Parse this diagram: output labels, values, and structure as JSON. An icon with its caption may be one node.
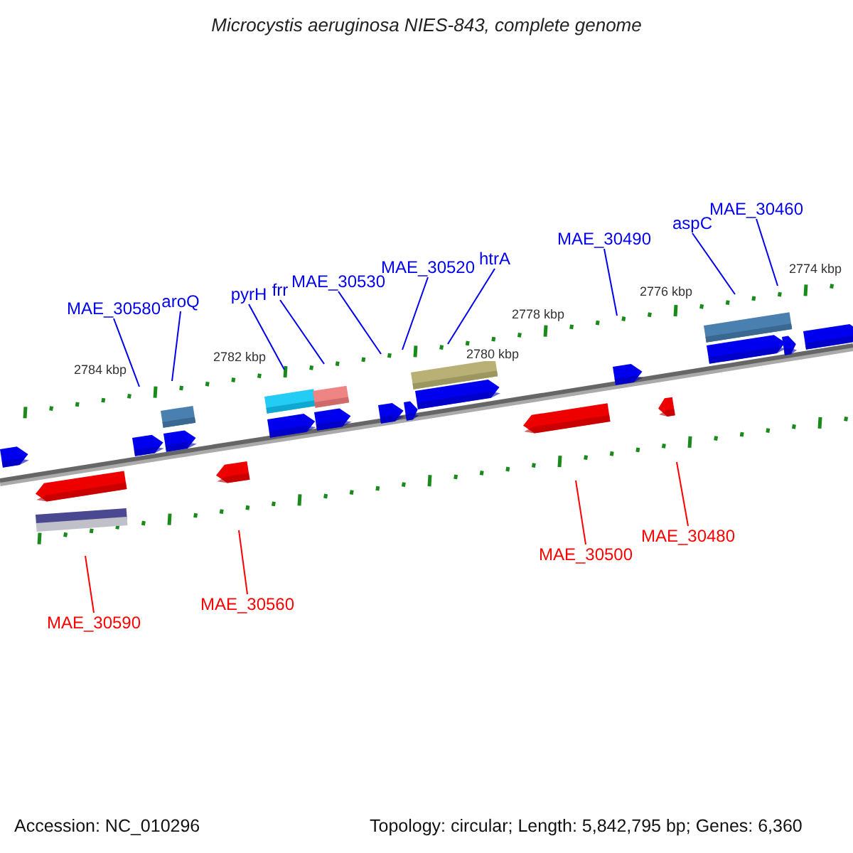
{
  "diagram": {
    "title": "Microcystis aeruginosa NIES-843, complete genome",
    "nodes": [
      {
        "text": [
          "MAE_30580"
        ]
      },
      {
        "text": [
          "aroQ"
        ]
      },
      {
        "text": [
          "pyrH"
        ]
      },
      {
        "text": [
          "frr"
        ]
      },
      {
        "text": [
          "MAE_30530"
        ]
      },
      {
        "text": [
          "MAE_30520"
        ]
      },
      {
        "text": [
          "htrA"
        ]
      },
      {
        "text": [
          "MAE_30490"
        ]
      },
      {
        "text": [
          "aspC"
        ]
      },
      {
        "text": [
          "MAE_30460"
        ]
      },
      {
        "text": [
          "MAE_30590"
        ]
      },
      {
        "text": [
          "MAE_30560"
        ]
      },
      {
        "text": [
          "MAE_30500"
        ]
      },
      {
        "text": [
          "MAE_30480"
        ]
      }
    ],
    "edges": [
      {
        "from": 0,
        "to": null,
        "arrow": "none"
      },
      {
        "from": 1,
        "to": null,
        "arrow": "none"
      },
      {
        "from": 2,
        "to": null,
        "arrow": "none"
      },
      {
        "from": 3,
        "to": null,
        "arrow": "none"
      },
      {
        "from": 4,
        "to": null,
        "arrow": "none"
      },
      {
        "from": 5,
        "to": null,
        "arrow": "none"
      },
      {
        "from": 6,
        "to": null,
        "arrow": "none"
      },
      {
        "from": 7,
        "to": null,
        "arrow": "none"
      },
      {
        "from": 8,
        "to": null,
        "arrow": "none"
      },
      {
        "from": 9,
        "to": null,
        "arrow": "none"
      },
      {
        "from": 10,
        "to": null,
        "arrow": "none",
        "color": "#ff0000"
      },
      {
        "from": 11,
        "to": null,
        "arrow": "none",
        "color": "#ff0000"
      },
      {
        "from": 12,
        "to": null,
        "arrow": "none",
        "color": "#ff0000"
      },
      {
        "from": 13,
        "to": null,
        "arrow": "none",
        "color": "#ff0000"
      }
    ],
    "labels": [
      "2774 kbp",
      "2776 kbp",
      "2778 kbp",
      "2780 kbp",
      "2782 kbp",
      "2784 kbp",
      "Accession: NC_010296",
      "Topology: circular; Length: 5,842,795 bp; Genes: 6,360"
    ]
  }
}
